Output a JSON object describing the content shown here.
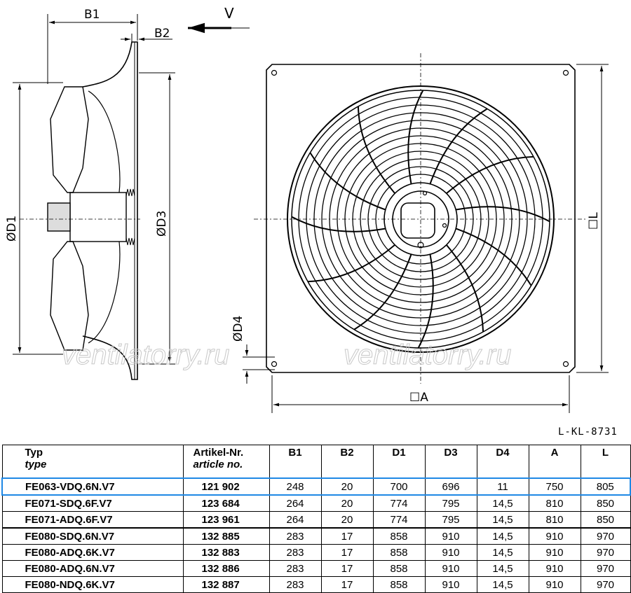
{
  "drawing": {
    "labels": {
      "b1": "B1",
      "b2": "B2",
      "v": "V",
      "d1": "ØD1",
      "d3": "ØD3",
      "d4": "ØD4",
      "a": "☐A",
      "l": "☐L"
    },
    "watermark": "ventilatorry.ru",
    "code": "L-KL-8731"
  },
  "table": {
    "headers": [
      {
        "main": "Typ",
        "sub": "type"
      },
      {
        "main": "Artikel-Nr.",
        "sub": "article no."
      },
      {
        "main": "B1",
        "sub": ""
      },
      {
        "main": "B2",
        "sub": ""
      },
      {
        "main": "D1",
        "sub": ""
      },
      {
        "main": "D3",
        "sub": ""
      },
      {
        "main": "D4",
        "sub": ""
      },
      {
        "main": "A",
        "sub": ""
      },
      {
        "main": "L",
        "sub": ""
      }
    ],
    "rows": [
      [
        "FE063-VDQ.6N.V7",
        "121 902",
        "248",
        "20",
        "700",
        "696",
        "11",
        "750",
        "805"
      ],
      [
        "FE071-SDQ.6F.V7",
        "123 684",
        "264",
        "20",
        "774",
        "795",
        "14,5",
        "810",
        "850"
      ],
      [
        "FE071-ADQ.6F.V7",
        "123 961",
        "264",
        "20",
        "774",
        "795",
        "14,5",
        "810",
        "850"
      ],
      [
        "FE080-SDQ.6N.V7",
        "132 885",
        "283",
        "17",
        "858",
        "910",
        "14,5",
        "910",
        "970"
      ],
      [
        "FE080-ADQ.6K.V7",
        "132 883",
        "283",
        "17",
        "858",
        "910",
        "14,5",
        "910",
        "970"
      ],
      [
        "FE080-ADQ.6N.V7",
        "132 886",
        "283",
        "17",
        "858",
        "910",
        "14,5",
        "910",
        "970"
      ],
      [
        "FE080-NDQ.6K.V7",
        "132 887",
        "283",
        "17",
        "858",
        "910",
        "14,5",
        "910",
        "970"
      ]
    ],
    "highlight_color": "#1e88e5"
  }
}
